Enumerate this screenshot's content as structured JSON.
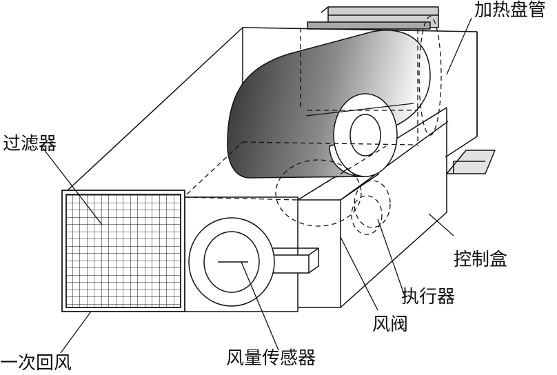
{
  "labels": {
    "heating_coil": "加热盘管",
    "filter": "过滤器",
    "control_box": "控制盒",
    "actuator": "执行器",
    "damper": "风阀",
    "airflow_sensor": "风量传感器",
    "primary_return_air": "一次回风"
  },
  "colors": {
    "stroke": "#111111",
    "coil_dark": "#3a3a3a",
    "coil_light": "#ffffff",
    "damper_cap": "#b0b0b0"
  }
}
